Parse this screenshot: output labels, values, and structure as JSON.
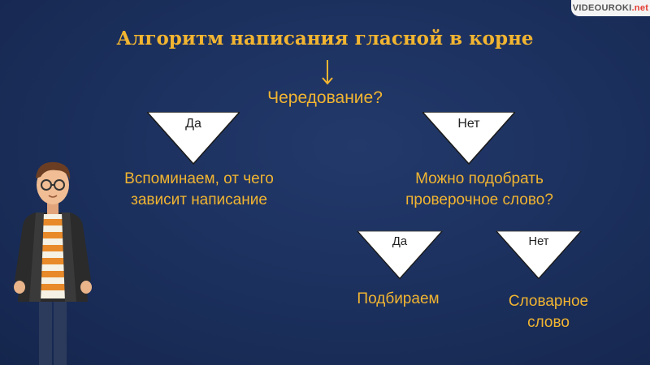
{
  "logo": {
    "text_part1": "VIDEOUROKI",
    "text_part2": ".net"
  },
  "title": "Алгоритм написания гласной в корне",
  "question_root": "Чередование?",
  "branch_yes": {
    "label": "Да",
    "result_line1": "Вспоминаем, от чего",
    "result_line2": "зависит написание"
  },
  "branch_no": {
    "label": "Нет",
    "question_line1": "Можно подобрать",
    "question_line2": "проверочное слово?",
    "sub_yes": {
      "label": "Да",
      "result": "Подбираем"
    },
    "sub_no": {
      "label": "Нет",
      "result_line1": "Словарное",
      "result_line2": "слово"
    }
  },
  "colors": {
    "accent": "#f2b531",
    "background": "#1b2f5c",
    "arrow_fill": "#ffffff"
  }
}
